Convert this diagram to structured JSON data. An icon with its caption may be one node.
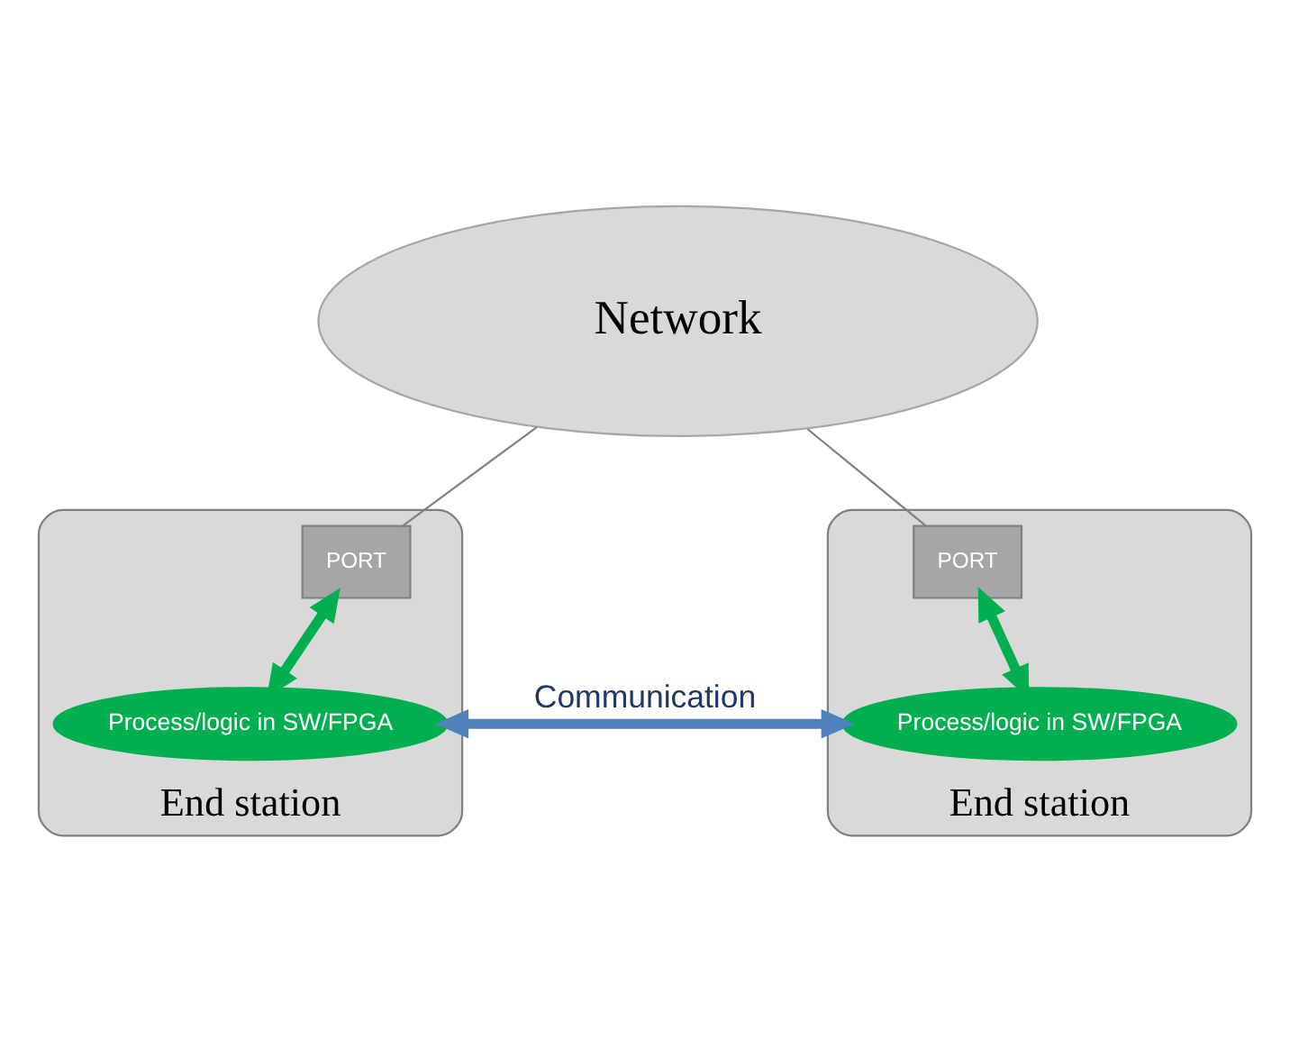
{
  "diagram": {
    "nodes": [
      {
        "text": [
          "Network"
        ]
      },
      {
        "text": [
          "End station"
        ]
      },
      {
        "text": [
          "PORT"
        ],
        "in": 1
      },
      {
        "text": [
          "Process/logic in SW/FPGA"
        ],
        "in": 1
      },
      {
        "text": [
          "End station"
        ]
      },
      {
        "text": [
          "PORT"
        ],
        "in": 4
      },
      {
        "text": [
          "Process/logic in SW/FPGA"
        ],
        "in": 4
      }
    ],
    "edges": [
      {
        "from": 0,
        "to": 2,
        "arrow": "none"
      },
      {
        "from": 0,
        "to": 5,
        "arrow": "none"
      },
      {
        "from": 2,
        "to": 3,
        "arrow": "both",
        "color": "#00b050"
      },
      {
        "from": 5,
        "to": 6,
        "arrow": "both",
        "color": "#00b050"
      },
      {
        "from": 3,
        "to": 6,
        "arrow": "both",
        "label": "Communication",
        "color": "#4f81bd"
      }
    ]
  }
}
